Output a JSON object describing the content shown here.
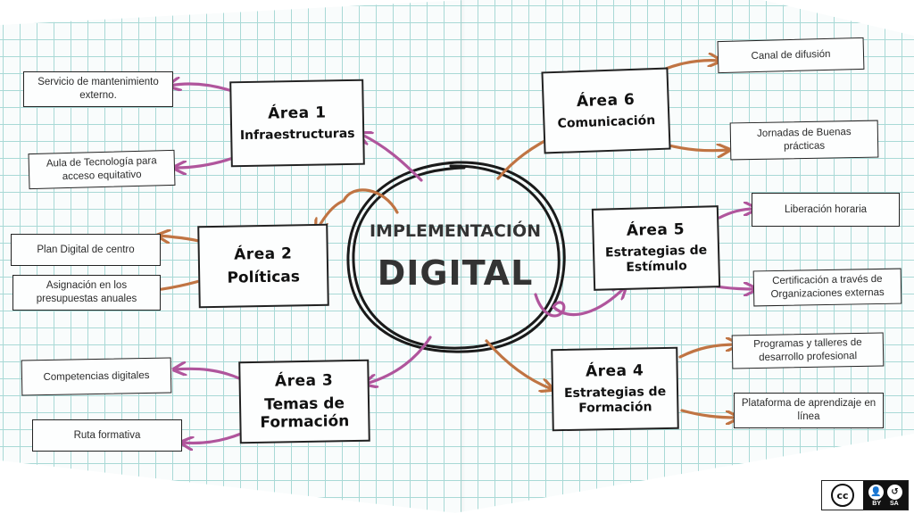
{
  "center": {
    "line1": "IMPLEMENTACIÓN",
    "line2": "DIGITAL"
  },
  "areas": {
    "a1": {
      "title": "Área 1",
      "subtitle": "Infraestructuras",
      "items": [
        "Servicio de mantenimiento externo.",
        "Aula de Tecnología para acceso equitativo"
      ]
    },
    "a2": {
      "title": "Área 2",
      "subtitle": "Políticas",
      "items": [
        "Plan Digital de centro",
        "Asignación en los presupuestas anuales"
      ]
    },
    "a3": {
      "title": "Área 3",
      "subtitle": "Temas de Formación",
      "items": [
        "Competencias digitales",
        "Ruta formativa"
      ]
    },
    "a4": {
      "title": "Área 4",
      "subtitle": "Estrategias de Formación",
      "items": [
        "Programas y talleres de desarrollo profesional",
        "Plataforma de aprendizaje en línea"
      ]
    },
    "a5": {
      "title": "Área 5",
      "subtitle": "Estrategias de Estímulo",
      "items": [
        "Liberación horaria",
        "Certificación a través de Organizaciones externas"
      ]
    },
    "a6": {
      "title": "Área 6",
      "subtitle": "Comunicación",
      "items": [
        "Canal de difusión",
        "Jornadas de Buenas prácticas"
      ]
    }
  },
  "license": {
    "by": "BY",
    "sa": "SA"
  },
  "colors": {
    "pink": "#b0559c",
    "orange": "#c07443",
    "ink": "#222222",
    "grid": "#a9d9d6"
  }
}
